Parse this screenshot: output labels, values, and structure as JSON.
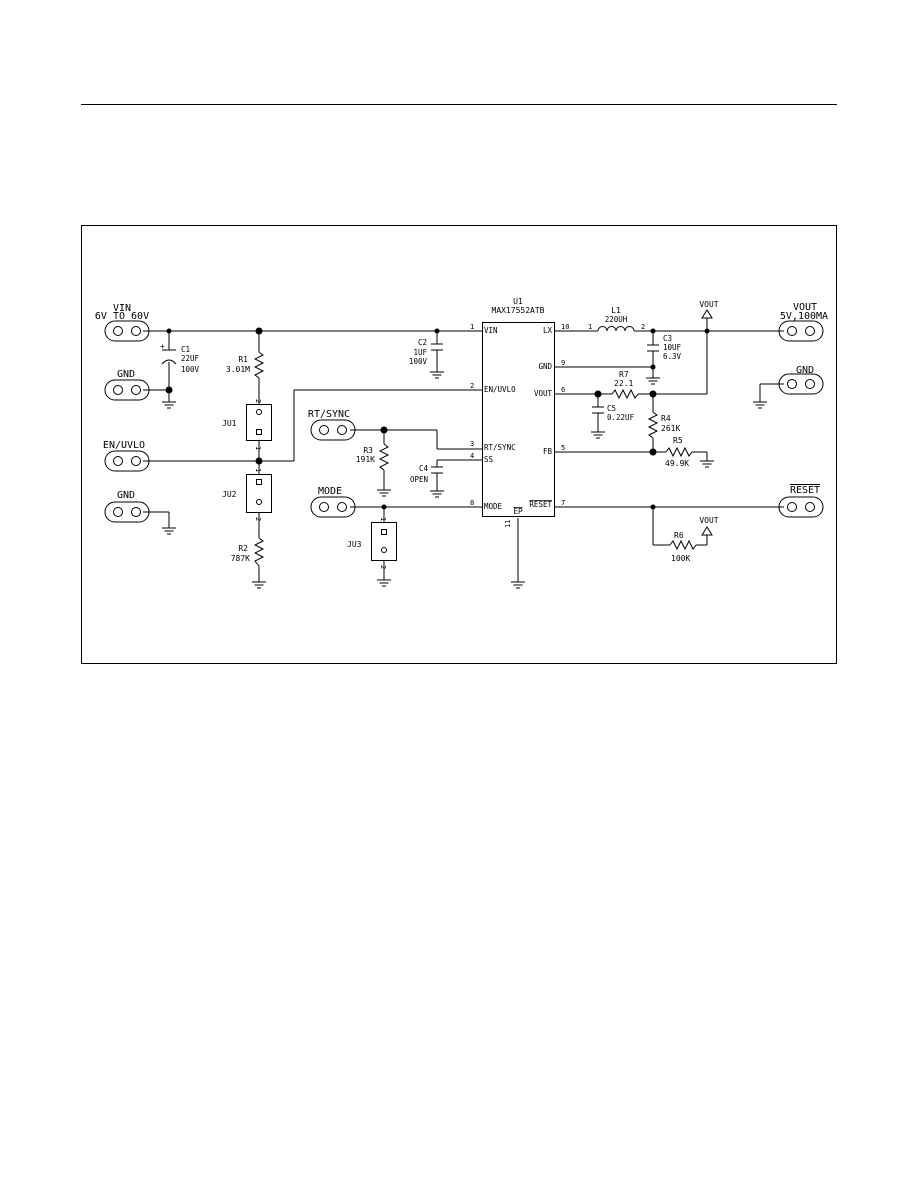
{
  "vin": {
    "label": "VIN",
    "range": "6V TO 60V"
  },
  "gnd_label": "GND",
  "en_uvlo_label": "EN/UVLO",
  "rt_sync_label": "RT/SYNC",
  "mode_label": "MODE",
  "vout": {
    "label": "VOUT",
    "rating": "5V,100MA",
    "net_label": "VOUT"
  },
  "reset_label": "RESET",
  "ic": {
    "ref": "U1",
    "part": "MAX17552ATB",
    "pins": [
      {
        "num": "1",
        "name": "VIN"
      },
      {
        "num": "2",
        "name": "EN/UVLO"
      },
      {
        "num": "3",
        "name": "RT/SYNC"
      },
      {
        "num": "4",
        "name": "SS"
      },
      {
        "num": "8",
        "name": "MODE"
      },
      {
        "num": "10",
        "name": "LX"
      },
      {
        "num": "9",
        "name": "GND"
      },
      {
        "num": "6",
        "name": "VOUT"
      },
      {
        "num": "5",
        "name": "FB"
      },
      {
        "num": "7",
        "name": "RESET"
      },
      {
        "num": "11",
        "name": "EP"
      }
    ]
  },
  "components": {
    "C1": {
      "ref": "C1",
      "values": [
        "22UF",
        "100V"
      ],
      "polarity": "+"
    },
    "C2": {
      "ref": "C2",
      "values": [
        "1UF",
        "100V"
      ]
    },
    "C3": {
      "ref": "C3",
      "values": [
        "10UF",
        "6.3V"
      ]
    },
    "C4": {
      "ref": "C4",
      "values": [
        "OPEN"
      ]
    },
    "C5": {
      "ref": "C5",
      "values": [
        "0.22UF"
      ]
    },
    "R1": {
      "ref": "R1",
      "value": "3.01M"
    },
    "R2": {
      "ref": "R2",
      "value": "787K"
    },
    "R3": {
      "ref": "R3",
      "value": "191K"
    },
    "R4": {
      "ref": "R4",
      "value": "261K"
    },
    "R5": {
      "ref": "R5",
      "value": "49.9K"
    },
    "R6": {
      "ref": "R6",
      "value": "100K"
    },
    "R7": {
      "ref": "R7",
      "value": "22.1"
    },
    "L1": {
      "ref": "L1",
      "value": "220UH",
      "pin1": "1",
      "pin2": "2"
    },
    "JU1": {
      "ref": "JU1",
      "pin1": "1",
      "pin2": "2"
    },
    "JU2": {
      "ref": "JU2",
      "pin1": "1",
      "pin2": "2"
    },
    "JU3": {
      "ref": "JU3",
      "pin1": "1",
      "pin2": "2"
    }
  }
}
